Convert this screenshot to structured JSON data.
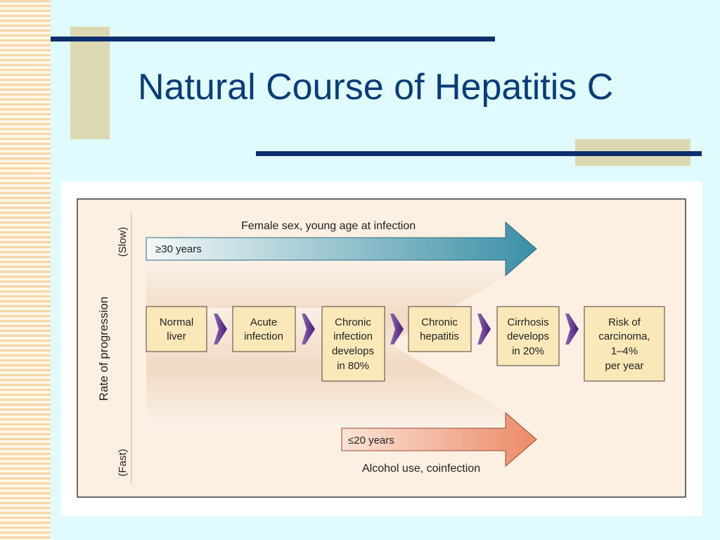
{
  "slide": {
    "title": "Natural Course of Hepatitis C"
  },
  "diagram": {
    "axis_label": "Rate of progression",
    "slow_label": "(Slow)",
    "fast_label": "(Fast)",
    "top_arrow": {
      "label": "Female sex, young age at infection",
      "duration": "≥30 years"
    },
    "bottom_arrow": {
      "label": "Alcohol use, coinfection",
      "duration": "≤20 years"
    },
    "stages": [
      {
        "lines": [
          "Normal",
          "liver"
        ]
      },
      {
        "lines": [
          "Acute",
          "infection"
        ]
      },
      {
        "lines": [
          "Chronic",
          "infection",
          "develops",
          "in 80%"
        ]
      },
      {
        "lines": [
          "Chronic",
          "hepatitis"
        ]
      },
      {
        "lines": [
          "Cirrhosis",
          "develops",
          "in 20%"
        ]
      },
      {
        "lines": [
          "Risk of",
          "carcinoma,",
          "1–4%",
          "per year"
        ]
      }
    ],
    "colors": {
      "box_fill": "#fbe8b8",
      "panel_fill": "#fdf0e2",
      "chevron": "#4b1a7a",
      "top_arrow_end": "#3a8fa6",
      "bottom_arrow_end": "#ec8a68"
    }
  }
}
